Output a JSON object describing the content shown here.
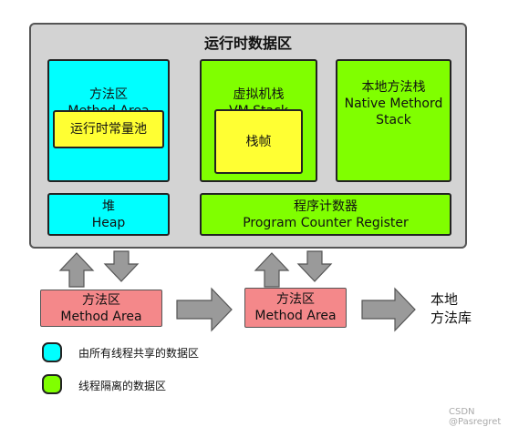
{
  "runtime_area": {
    "title": "运行时数据区"
  },
  "method_area": {
    "label": "方法区\nMethod Area"
  },
  "runtime_constant_pool": {
    "label": "运行时常量池"
  },
  "vm_stack": {
    "label": "虚拟机栈\nVM Stack"
  },
  "stack_frame": {
    "label": "栈帧"
  },
  "native_method_stack": {
    "label": "本地方法栈\nNative Methord\nStack"
  },
  "heap": {
    "label": "堆\nHeap"
  },
  "program_counter": {
    "label": "程序计数器\nProgram Counter Register"
  },
  "external_left": {
    "label": "方法区\nMethod Area"
  },
  "external_middle": {
    "label": "方法区\nMethod Area"
  },
  "native_library": {
    "label": "本地\n方法库"
  },
  "legend": {
    "shared": {
      "text": "由所有线程共享的数据区",
      "color": "#00ffff"
    },
    "isolated": {
      "text": "线程隔离的数据区",
      "color": "#80ff00"
    }
  },
  "watermark": "CSDN @Pasregret",
  "colors": {
    "shared_cyan": "#00ffff",
    "isolated_green": "#80ff00",
    "highlight_yellow": "#ffff33",
    "external_pink": "#f4888a",
    "arrow_gray": "#9a9a9a"
  }
}
